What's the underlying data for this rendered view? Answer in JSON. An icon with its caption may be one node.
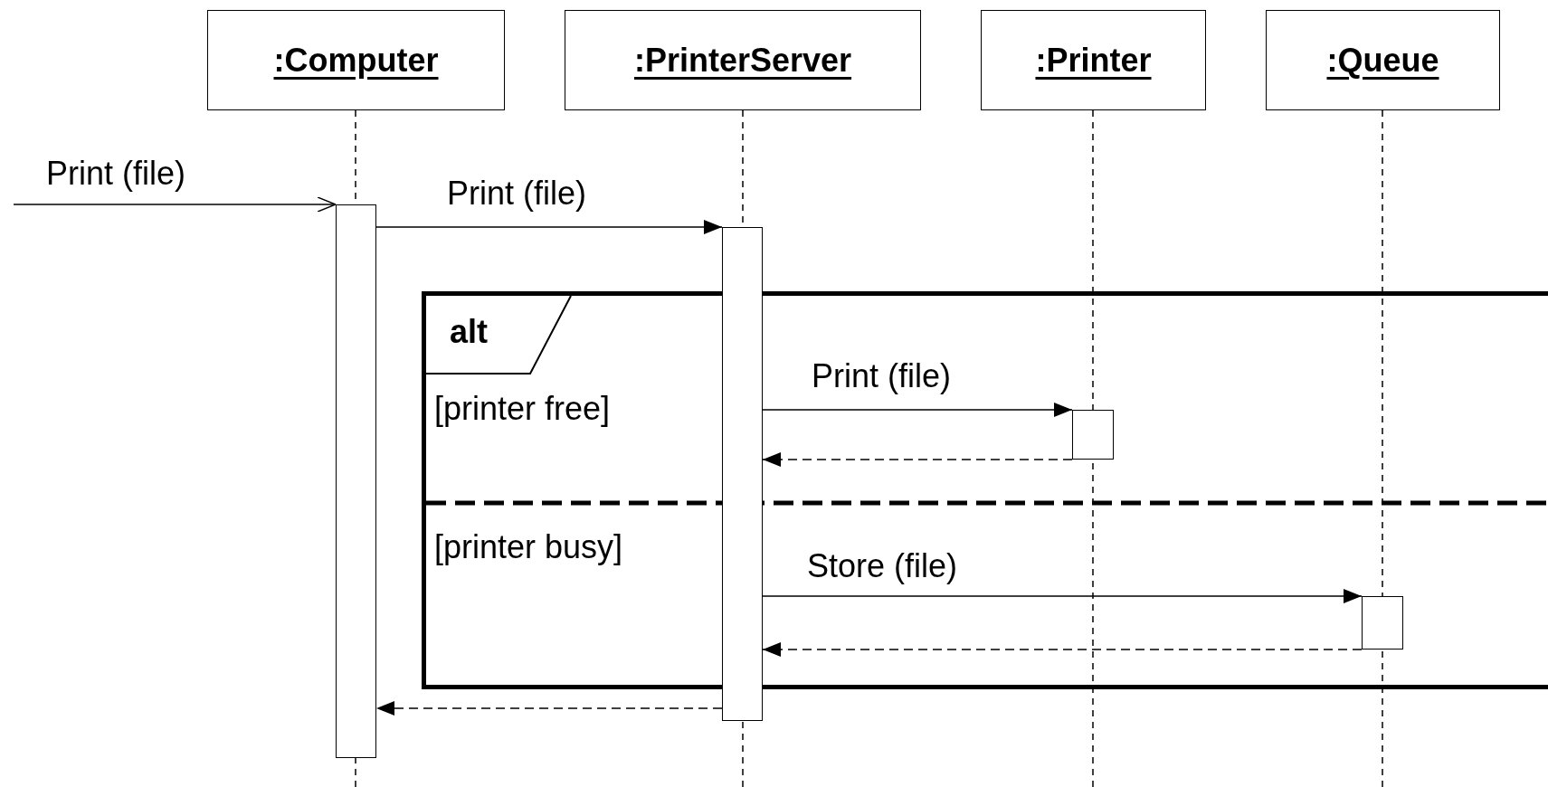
{
  "diagram": {
    "nodes": [
      {
        "text": [
          ":Computer"
        ]
      },
      {
        "text": [
          ":PrinterServer"
        ]
      },
      {
        "text": [
          ":Printer"
        ]
      },
      {
        "text": [
          ":Queue"
        ]
      },
      {
        "text": [
          "alt",
          "[printer free]",
          "[printer busy]"
        ]
      },
      {
        "text": [],
        "shape": "box"
      },
      {
        "text": [],
        "shape": "box"
      },
      {
        "text": [],
        "shape": "box",
        "in": 4
      },
      {
        "text": [],
        "shape": "box",
        "in": 4
      }
    ],
    "edges": [
      {
        "from": null,
        "to": 5,
        "arrow": "to",
        "label": "Print (file)"
      },
      {
        "from": 5,
        "to": 6,
        "arrow": "to",
        "label": "Print (file)"
      },
      {
        "from": 6,
        "to": 7,
        "arrow": "to",
        "label": "Print (file)"
      },
      {
        "from": 7,
        "to": 6,
        "arrow": "to",
        "style": "dashed"
      },
      {
        "from": 6,
        "to": 8,
        "arrow": "to",
        "label": "Store (file)"
      },
      {
        "from": 8,
        "to": 6,
        "arrow": "to",
        "style": "dashed"
      },
      {
        "from": 6,
        "to": 5,
        "arrow": "to",
        "style": "dashed"
      }
    ]
  }
}
